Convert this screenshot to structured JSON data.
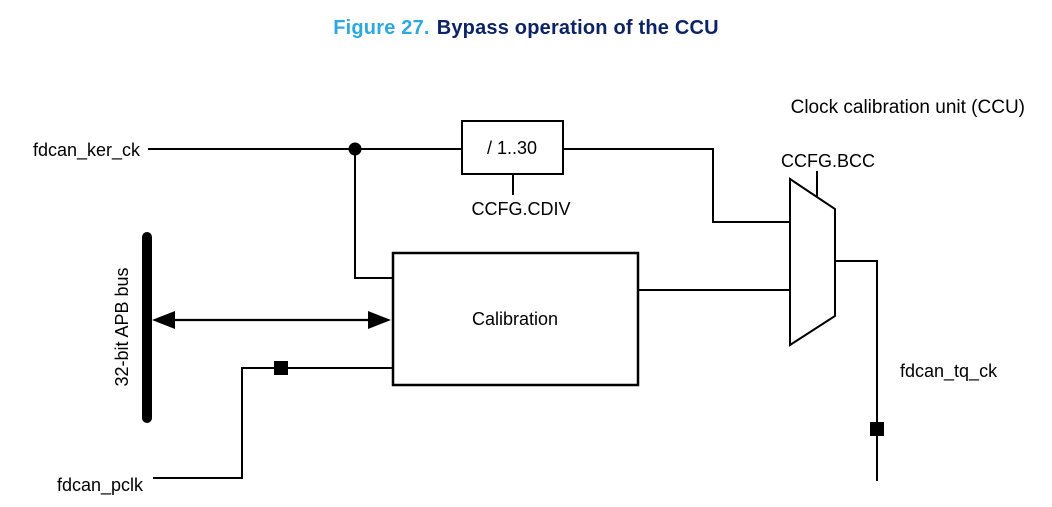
{
  "title": {
    "number": "Figure 27.",
    "text": "Bypass operation of the CCU"
  },
  "colors": {
    "figure_number_blue": "#2CA9E1",
    "figure_title_navy": "#0D2366",
    "diagram_line": "#000000",
    "background": "#FFFFFF"
  },
  "diagram": {
    "container_label": "Clock calibration unit (CCU)",
    "divider": {
      "label": "/ 1..30",
      "config": "CCFG.CDIV"
    },
    "mux": {
      "config": "CCFG.BCC"
    },
    "calibration": {
      "label": "Calibration"
    },
    "bus": {
      "label": "32-bit APB bus"
    },
    "signals": {
      "kernel_clock": "fdcan_ker_ck",
      "apb_clock": "fdcan_pclk",
      "time_quanta_clock": "fdcan_tq_ck"
    }
  }
}
